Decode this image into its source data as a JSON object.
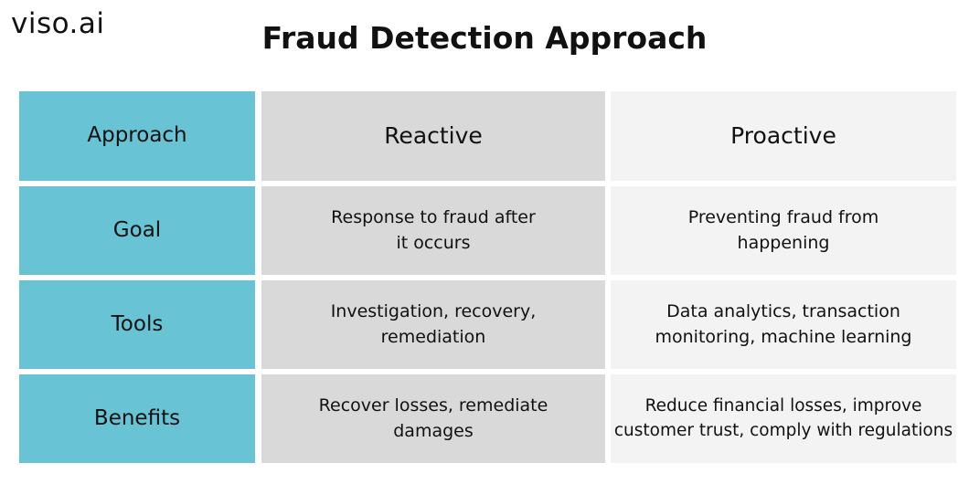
{
  "brand": {
    "logo_text": "viso.ai"
  },
  "page": {
    "title": "Fraud Detection Approach"
  },
  "table": {
    "header": {
      "label": "Approach",
      "reactive": "Reactive",
      "proactive": "Proactive"
    },
    "rows": [
      {
        "label": "Goal",
        "reactive": "Response to fraud after it occurs",
        "proactive": "Preventing fraud from happening"
      },
      {
        "label": "Tools",
        "reactive": "Investigation, recovery, remediation",
        "proactive": "Data analytics, transaction monitoring, machine learning"
      },
      {
        "label": "Benefits",
        "reactive": "Recover losses, remediate damages",
        "proactive": "Reduce financial losses, improve customer trust, comply with regulations"
      }
    ]
  },
  "colors": {
    "label_column": "#68c3d4",
    "reactive_column": "#d9d9d9",
    "proactive_column": "#f3f3f3",
    "text": "#111111"
  }
}
